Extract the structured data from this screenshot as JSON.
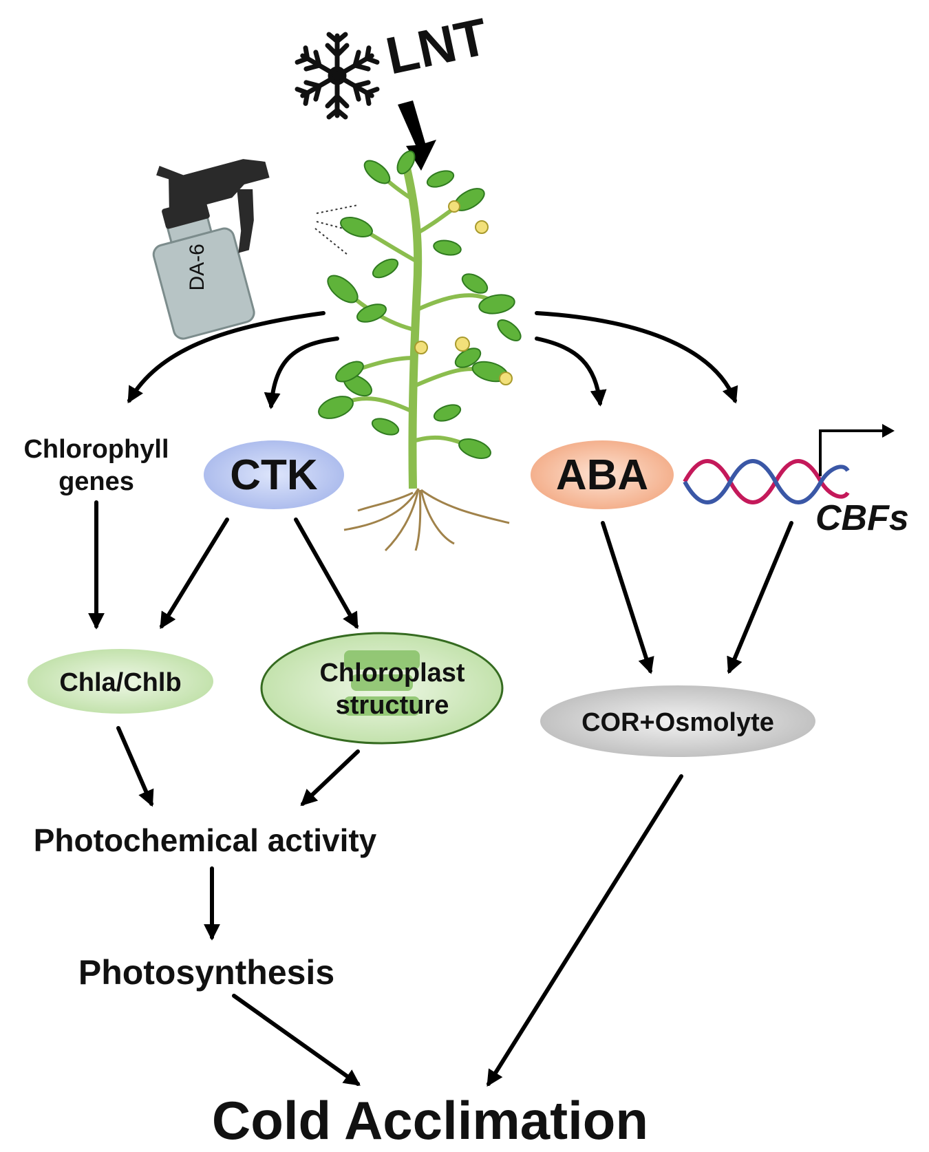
{
  "stimulus": {
    "label": "LNT",
    "icon": "snowflake-icon"
  },
  "treatment": {
    "label": "DA-6",
    "icon": "spray-bottle-icon"
  },
  "plant": {
    "icon": "tomato-plant-illustration"
  },
  "nodes": {
    "chlorophyll_genes": [
      "Chlorophyll",
      "genes"
    ],
    "ctk": "CTK",
    "aba": "ABA",
    "cbfs": "CBFs",
    "chla_chlb": "Chla/Chlb",
    "chloroplast_structure": [
      "Chloroplast",
      "structure"
    ],
    "cor_osmolyte": "COR+Osmolyte",
    "photochemical_activity": "Photochemical activity",
    "photosynthesis": "Photosynthesis",
    "cold_acclimation": "Cold Acclimation"
  },
  "colors": {
    "ctk_fill": "#bcc9f0",
    "aba_fill": "#f6c2a6",
    "chla_fill": "#cfe6bd",
    "chloroplast_fill": "#d6ebc6",
    "cor_fill": "#d0d0d0",
    "dna_strand_red": "#c4195a",
    "dna_strand_blue": "#3a57a6",
    "leaf_green": "#5fb33a"
  }
}
